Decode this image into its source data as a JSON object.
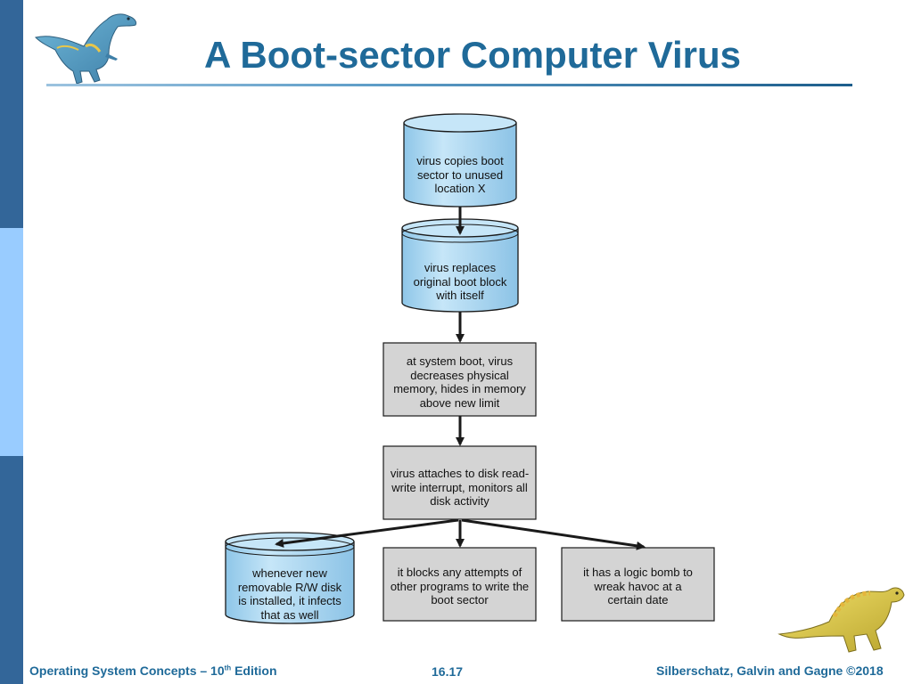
{
  "slide": {
    "title": "A Boot-sector Computer Virus"
  },
  "nodes": {
    "copy_boot": [
      "virus copies boot",
      "sector to unused",
      "location X"
    ],
    "replace_boot": [
      "virus replaces",
      "original boot block",
      "with itself"
    ],
    "decrease_memory": [
      "at system boot, virus",
      "decreases physical",
      "memory, hides in memory",
      "above new limit"
    ],
    "attach_interrupt": [
      "virus attaches to disk read-",
      "write interrupt, monitors all",
      "disk activity"
    ],
    "infect_disk": [
      "whenever new",
      "removable R/W disk",
      "is installed, it infects",
      "that as well"
    ],
    "block_writes": [
      "it blocks any attempts of",
      "other programs to write the",
      "boot sector"
    ],
    "logic_bomb": [
      "it has a logic bomb to",
      "wreak havoc at a",
      "certain date"
    ]
  },
  "footer": {
    "book": "Operating System Concepts – 10",
    "book_sup": "th",
    "book_suffix": " Edition",
    "page": "16.17",
    "authors": "Silberschatz, Galvin and Gagne ©2018"
  },
  "colors": {
    "title": "#1f6a99",
    "sidebar_dark": "#336699",
    "sidebar_light": "#99ccff",
    "cylinder_fill": "#aed8f2",
    "box_fill": "#d4d4d4"
  },
  "icons": {
    "top_left": "dinosaur-illustration",
    "bottom_right": "dinosaur-illustration"
  }
}
